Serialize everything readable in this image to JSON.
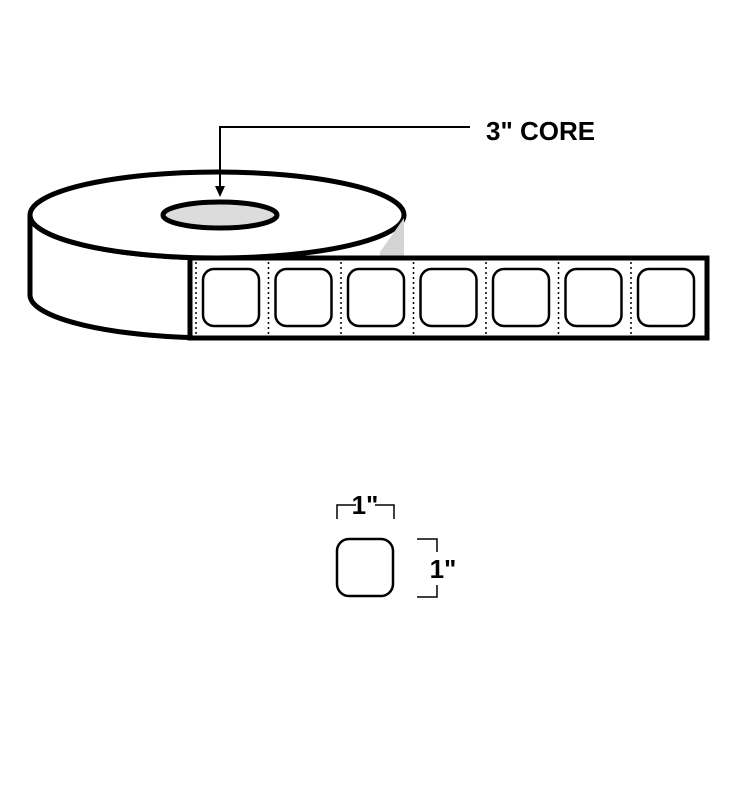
{
  "diagram": {
    "core_callout": {
      "text": "3\" CORE"
    },
    "roll": {
      "visible_label_count": 7
    },
    "single_label": {
      "width_text": "1\"",
      "height_text": "1\""
    }
  }
}
